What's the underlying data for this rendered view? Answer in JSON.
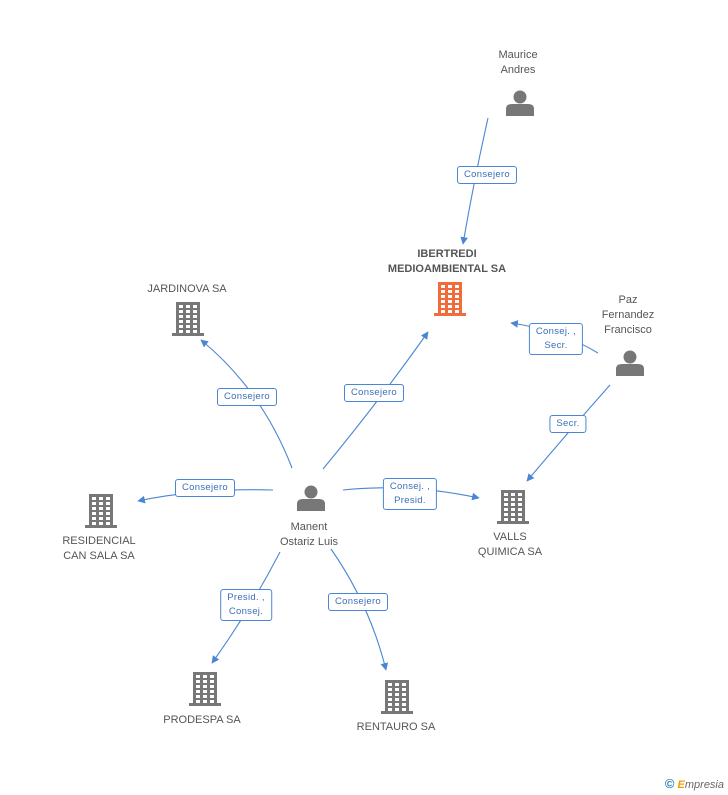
{
  "nodes": [
    {
      "id": "maurice",
      "kind": "person",
      "label": "Maurice\nAndres"
    },
    {
      "id": "ibertredi",
      "kind": "company",
      "main": true,
      "label": "IBERTREDI\nMEDIOAMBIENTAL SA"
    },
    {
      "id": "paz",
      "kind": "person",
      "label": "Paz\nFernandez\nFrancisco"
    },
    {
      "id": "jardinova",
      "kind": "company",
      "label": "JARDINOVA SA"
    },
    {
      "id": "manent",
      "kind": "person",
      "label": "Manent\nOstariz Luis"
    },
    {
      "id": "residencial",
      "kind": "company",
      "label": "RESIDENCIAL\nCAN SALA SA"
    },
    {
      "id": "valls",
      "kind": "company",
      "label": "VALLS\nQUIMICA SA"
    },
    {
      "id": "prodespa",
      "kind": "company",
      "label": "PRODESPA SA"
    },
    {
      "id": "rentauro",
      "kind": "company",
      "label": "RENTAURO SA"
    }
  ],
  "edges": [
    {
      "id": "e1",
      "from": "maurice",
      "to": "ibertredi",
      "label": "Consejero"
    },
    {
      "id": "e2",
      "from": "paz",
      "to": "ibertredi",
      "label": "Consej. ,\nSecr."
    },
    {
      "id": "e3",
      "from": "paz",
      "to": "valls",
      "label": "Secr."
    },
    {
      "id": "e4",
      "from": "manent",
      "to": "ibertredi",
      "label": "Consejero"
    },
    {
      "id": "e5",
      "from": "manent",
      "to": "jardinova",
      "label": "Consejero"
    },
    {
      "id": "e6",
      "from": "manent",
      "to": "residencial",
      "label": "Consejero"
    },
    {
      "id": "e7",
      "from": "manent",
      "to": "valls",
      "label": "Consej. ,\nPresid."
    },
    {
      "id": "e8",
      "from": "manent",
      "to": "prodespa",
      "label": "Presid. ,\nConsej."
    },
    {
      "id": "e9",
      "from": "manent",
      "to": "rentauro",
      "label": "Consejero"
    }
  ],
  "colors": {
    "edge": "#4a86d4",
    "person_icon": "#777777",
    "company_icon": "#777777",
    "main_company_icon": "#f26b3a"
  },
  "footer": {
    "copyright": "©",
    "brand_initial": "E",
    "brand_rest": "mpresia"
  }
}
